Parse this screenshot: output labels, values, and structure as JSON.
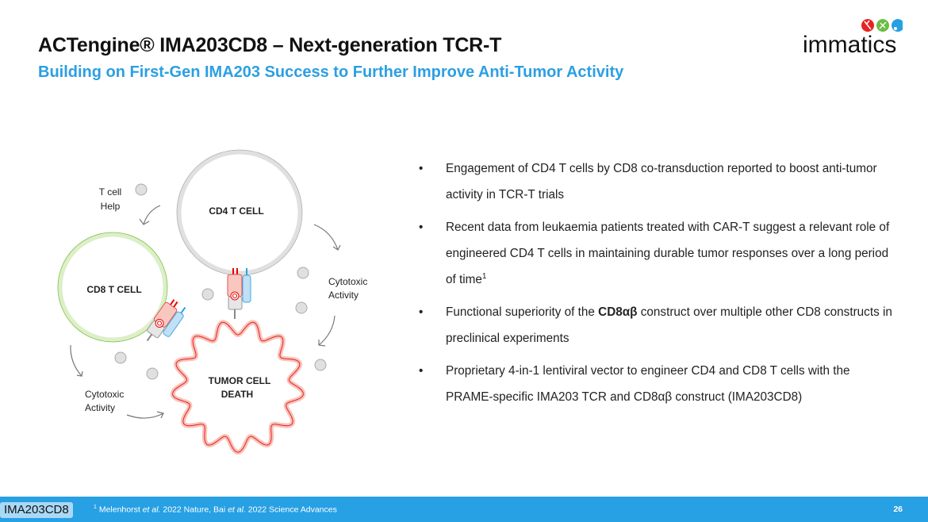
{
  "header": {
    "title": "ACTengine® IMA203CD8 – Next-generation TCR-T",
    "subtitle": "Building on First-Gen IMA203 Success to Further Improve Anti-Tumor Activity",
    "logo_text": "immatics"
  },
  "diagram": {
    "cd4_label": "CD4 T CELL",
    "cd8_label": "CD8 T CELL",
    "tumor_label_1": "TUMOR CELL",
    "tumor_label_2": "DEATH",
    "help_label_1": "T cell",
    "help_label_2": "Help",
    "cytotoxic_right_1": "Cytotoxic",
    "cytotoxic_right_2": "Activity",
    "cytotoxic_left_1": "Cytotoxic",
    "cytotoxic_left_2": "Activity"
  },
  "bullets": [
    {
      "text": "Engagement of CD4 T cells by CD8 co-transduction reported to boost anti-tumor activity in TCR-T trials"
    },
    {
      "text": "Recent data from leukaemia patients treated with CAR-T suggest a relevant role of engineered CD4 T cells in maintaining durable tumor responses over a long period of time",
      "sup": "1"
    },
    {
      "pre": "Functional superiority of the ",
      "bold": "CD8αβ",
      "post": " construct over multiple other CD8 constructs in preclinical experiments"
    },
    {
      "text": "Proprietary 4-in-1 lentiviral vector to engineer CD4 and CD8 T cells with the PRAME-specific IMA203 TCR and CD8αβ construct (IMA203CD8)"
    }
  ],
  "bullet_char": "•",
  "footer": {
    "badge": "IMA203CD8",
    "footnote_sup": "1",
    "footnote_a": " Melenhorst ",
    "footnote_etal1": "et al.",
    "footnote_b": " 2022 Nature, Bai ",
    "footnote_etal2": "et al.",
    "footnote_c": " 2022 Science Advances",
    "page_number": "26"
  },
  "colors": {
    "accent": "#2b9fe3",
    "footer": "#27a0e4",
    "tumor": "#e8202a",
    "cd8": "#8cc63f"
  }
}
